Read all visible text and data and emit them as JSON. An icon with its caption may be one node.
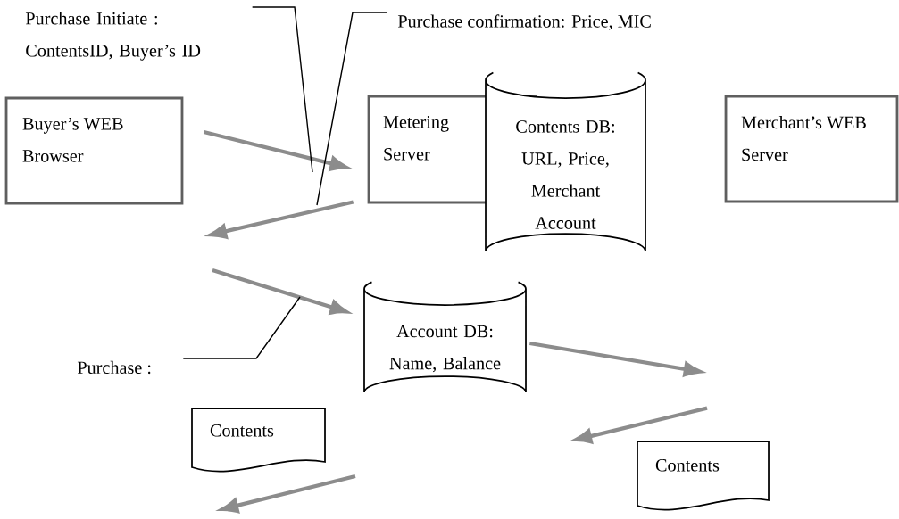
{
  "diagram": {
    "nodes": [
      {
        "text": [
          "Purchase Initiate : ContentsID, Buyer’s ID"
        ]
      },
      {
        "text": [
          "Purchase confirmation: Price, MIC"
        ]
      },
      {
        "text": [
          "Buyer’s WEB Browser"
        ]
      },
      {
        "text": [
          "Metering Server"
        ]
      },
      {
        "text": [
          "Contents DB:",
          "URL, Price, Merchant Account"
        ]
      },
      {
        "text": [
          "Merchant’s WEB Server"
        ]
      },
      {
        "text": [
          "Purchase :"
        ]
      },
      {
        "text": [
          "Account DB:",
          "Name, Balance"
        ]
      },
      {
        "text": [
          "Contents"
        ]
      },
      {
        "text": [
          "Contents"
        ]
      }
    ],
    "edges": [
      {
        "from": 2,
        "to": 3,
        "arrow": "to"
      },
      {
        "from": 3,
        "to": null,
        "arrow": "to"
      },
      {
        "from": null,
        "to": 7,
        "arrow": "to"
      },
      {
        "from": 7,
        "to": null,
        "arrow": "to"
      },
      {
        "from": 9,
        "to": null,
        "arrow": "to"
      },
      {
        "from": 0,
        "to": null,
        "arrow": "none",
        "color": "#000000"
      },
      {
        "from": 1,
        "to": null,
        "arrow": "none",
        "color": "#000000"
      },
      {
        "from": 6,
        "to": null,
        "arrow": "none",
        "color": "#000000"
      }
    ]
  }
}
